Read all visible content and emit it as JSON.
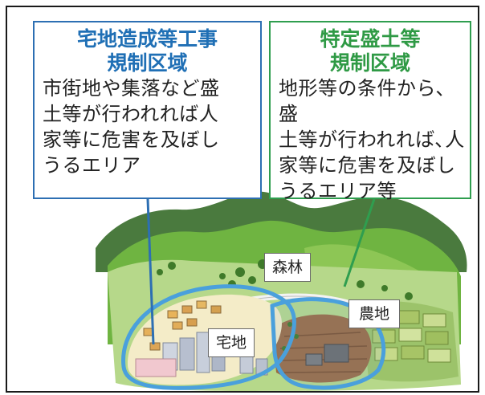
{
  "areas": {
    "residential_control": {
      "title_line1": "宅地造成等工事",
      "title_line2": "規制区域",
      "description": [
        "市街地や集落など盛",
        "土等が行われれば人",
        "家等に危害を及ぼし",
        "うるエリア"
      ],
      "color": "#1f6fb5"
    },
    "specified_fill": {
      "title_line1": "特定盛土等",
      "title_line2": "規制区域",
      "description": [
        "地形等の条件から､盛",
        "土等が行われれば､人",
        "家等に危害を及ぼし",
        "うるエリア等"
      ],
      "color": "#2f9a45"
    }
  },
  "map_labels": {
    "forest": "森林",
    "farmland": "農地",
    "residential": "宅地"
  }
}
